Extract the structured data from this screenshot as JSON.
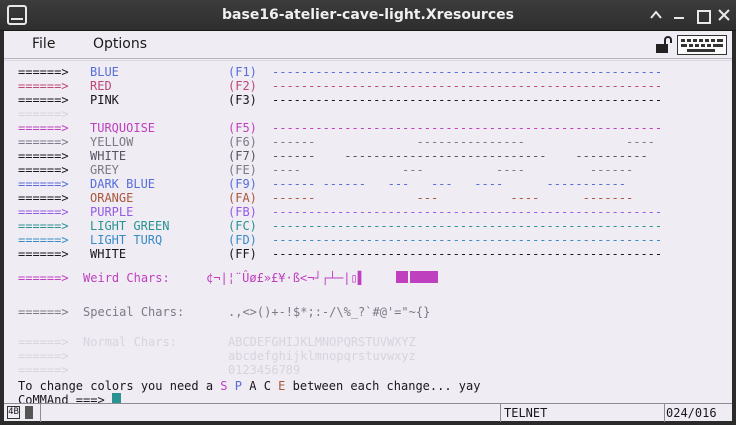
{
  "window": {
    "title": "base16-atelier-cave-light.Xresources"
  },
  "menu": {
    "file": "File",
    "options": "Options"
  },
  "terminal": {
    "lines": [
      {
        "arrow": "======>",
        "name": "BLUE",
        "key": "(F1)",
        "dashes": "------------------------------------------------------"
      },
      {
        "arrow": "======>",
        "name": "RED",
        "key": "(F2)",
        "dashes": "------------------------------------------------------"
      },
      {
        "arrow": "======>",
        "name": "PINK",
        "key": "(F3)",
        "dashes": "------------------------------------------------------"
      },
      {
        "arrow": "======>",
        "name": "",
        "key": "",
        "dashes": ""
      },
      {
        "arrow": "======>",
        "name": "TURQUOISE",
        "key": "(F5)",
        "dashes": "------------------------------------------------------"
      },
      {
        "arrow": "======>",
        "name": "YELLOW",
        "key": "(F6)",
        "dashes": "------              ---------------              ----"
      },
      {
        "arrow": "======>",
        "name": "WHITE",
        "key": "(F7)",
        "dashes": "------    ----------------------------    ----------"
      },
      {
        "arrow": "======>",
        "name": "GREY",
        "key": "(FE)",
        "dashes": "----              ---          ----         ------"
      },
      {
        "arrow": "======>",
        "name": "DARK BLUE",
        "key": "(F9)",
        "dashes": "------ ------   ---   ---   ----      -----------"
      },
      {
        "arrow": "======>",
        "name": "ORANGE",
        "key": "(FA)",
        "dashes": "------              ---          ----      -------"
      },
      {
        "arrow": "======>",
        "name": "PURPLE",
        "key": "(FB)",
        "dashes": "------------------------------------------------------"
      },
      {
        "arrow": "======>",
        "name": "LIGHT GREEN",
        "key": "(FC)",
        "dashes": "------------------------------------------------------"
      },
      {
        "arrow": "======>",
        "name": "LIGHT TURQ",
        "key": "(FD)",
        "dashes": "------------------------------------------------------"
      },
      {
        "arrow": "======>",
        "name": "WHITE",
        "key": "(FF)",
        "dashes": "------------------------------------------------------"
      }
    ],
    "weird_label": "======>  Weird Chars:",
    "weird_chars": "¢¬|¦¨Ûø£»£¥·ß<¬┘┌┴─|▯▌",
    "special_label": "======>  Special Chars:",
    "special_chars": ".,<>()+-!$*;:-/\\%_?`#@'=\"~{}",
    "normal_label": "======>  Normal Chars:",
    "normal_upper": "ABCDEFGHIJKLMNOPQRSTUVWXYZ",
    "normal_arrow2": "======>",
    "normal_lower": "abcdefghijklmnopqrstuvwxyz",
    "normal_arrow3": "======>",
    "normal_digits": "0123456789",
    "change_prefix": "To change colors you need a ",
    "change_s": "S",
    "change_p": "P",
    "change_a": "A",
    "change_c": "C",
    "change_e": "E",
    "change_suffix": " between each change... yay",
    "command": "CoMMAnd ===>"
  },
  "status": {
    "icon": "4B",
    "mode": "TELNET",
    "position": "024/016"
  },
  "icons": {
    "lock": "lock-icon",
    "keyboard": "keyboard-icon",
    "app": "terminal-icon"
  }
}
